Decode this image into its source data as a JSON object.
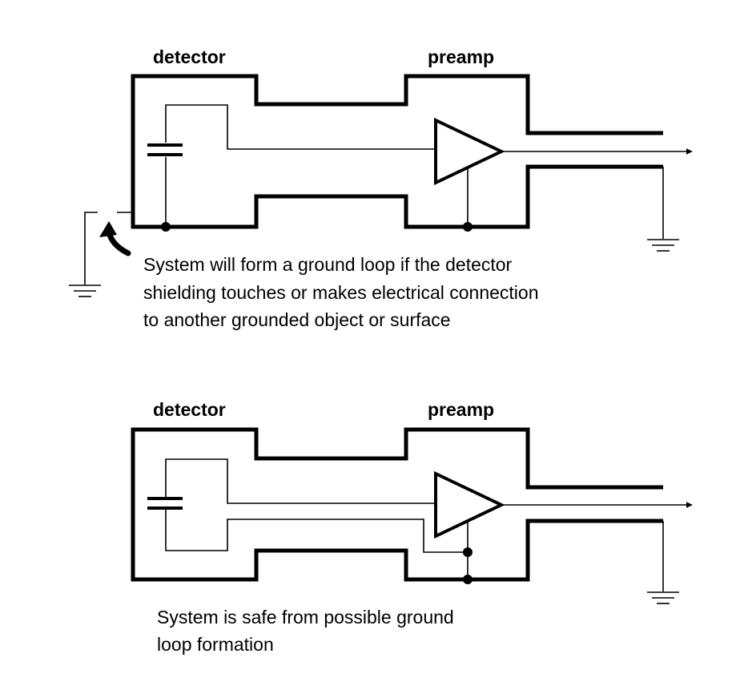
{
  "top_diagram": {
    "detector_label": "detector",
    "preamp_label": "preamp",
    "caption_lines": [
      "System will form a ground loop if the detector",
      "shielding touches or makes electrical connection",
      "to another grounded object or surface"
    ]
  },
  "bottom_diagram": {
    "detector_label": "detector",
    "preamp_label": "preamp",
    "caption_lines": [
      "System is safe from possible ground",
      "loop formation"
    ]
  }
}
